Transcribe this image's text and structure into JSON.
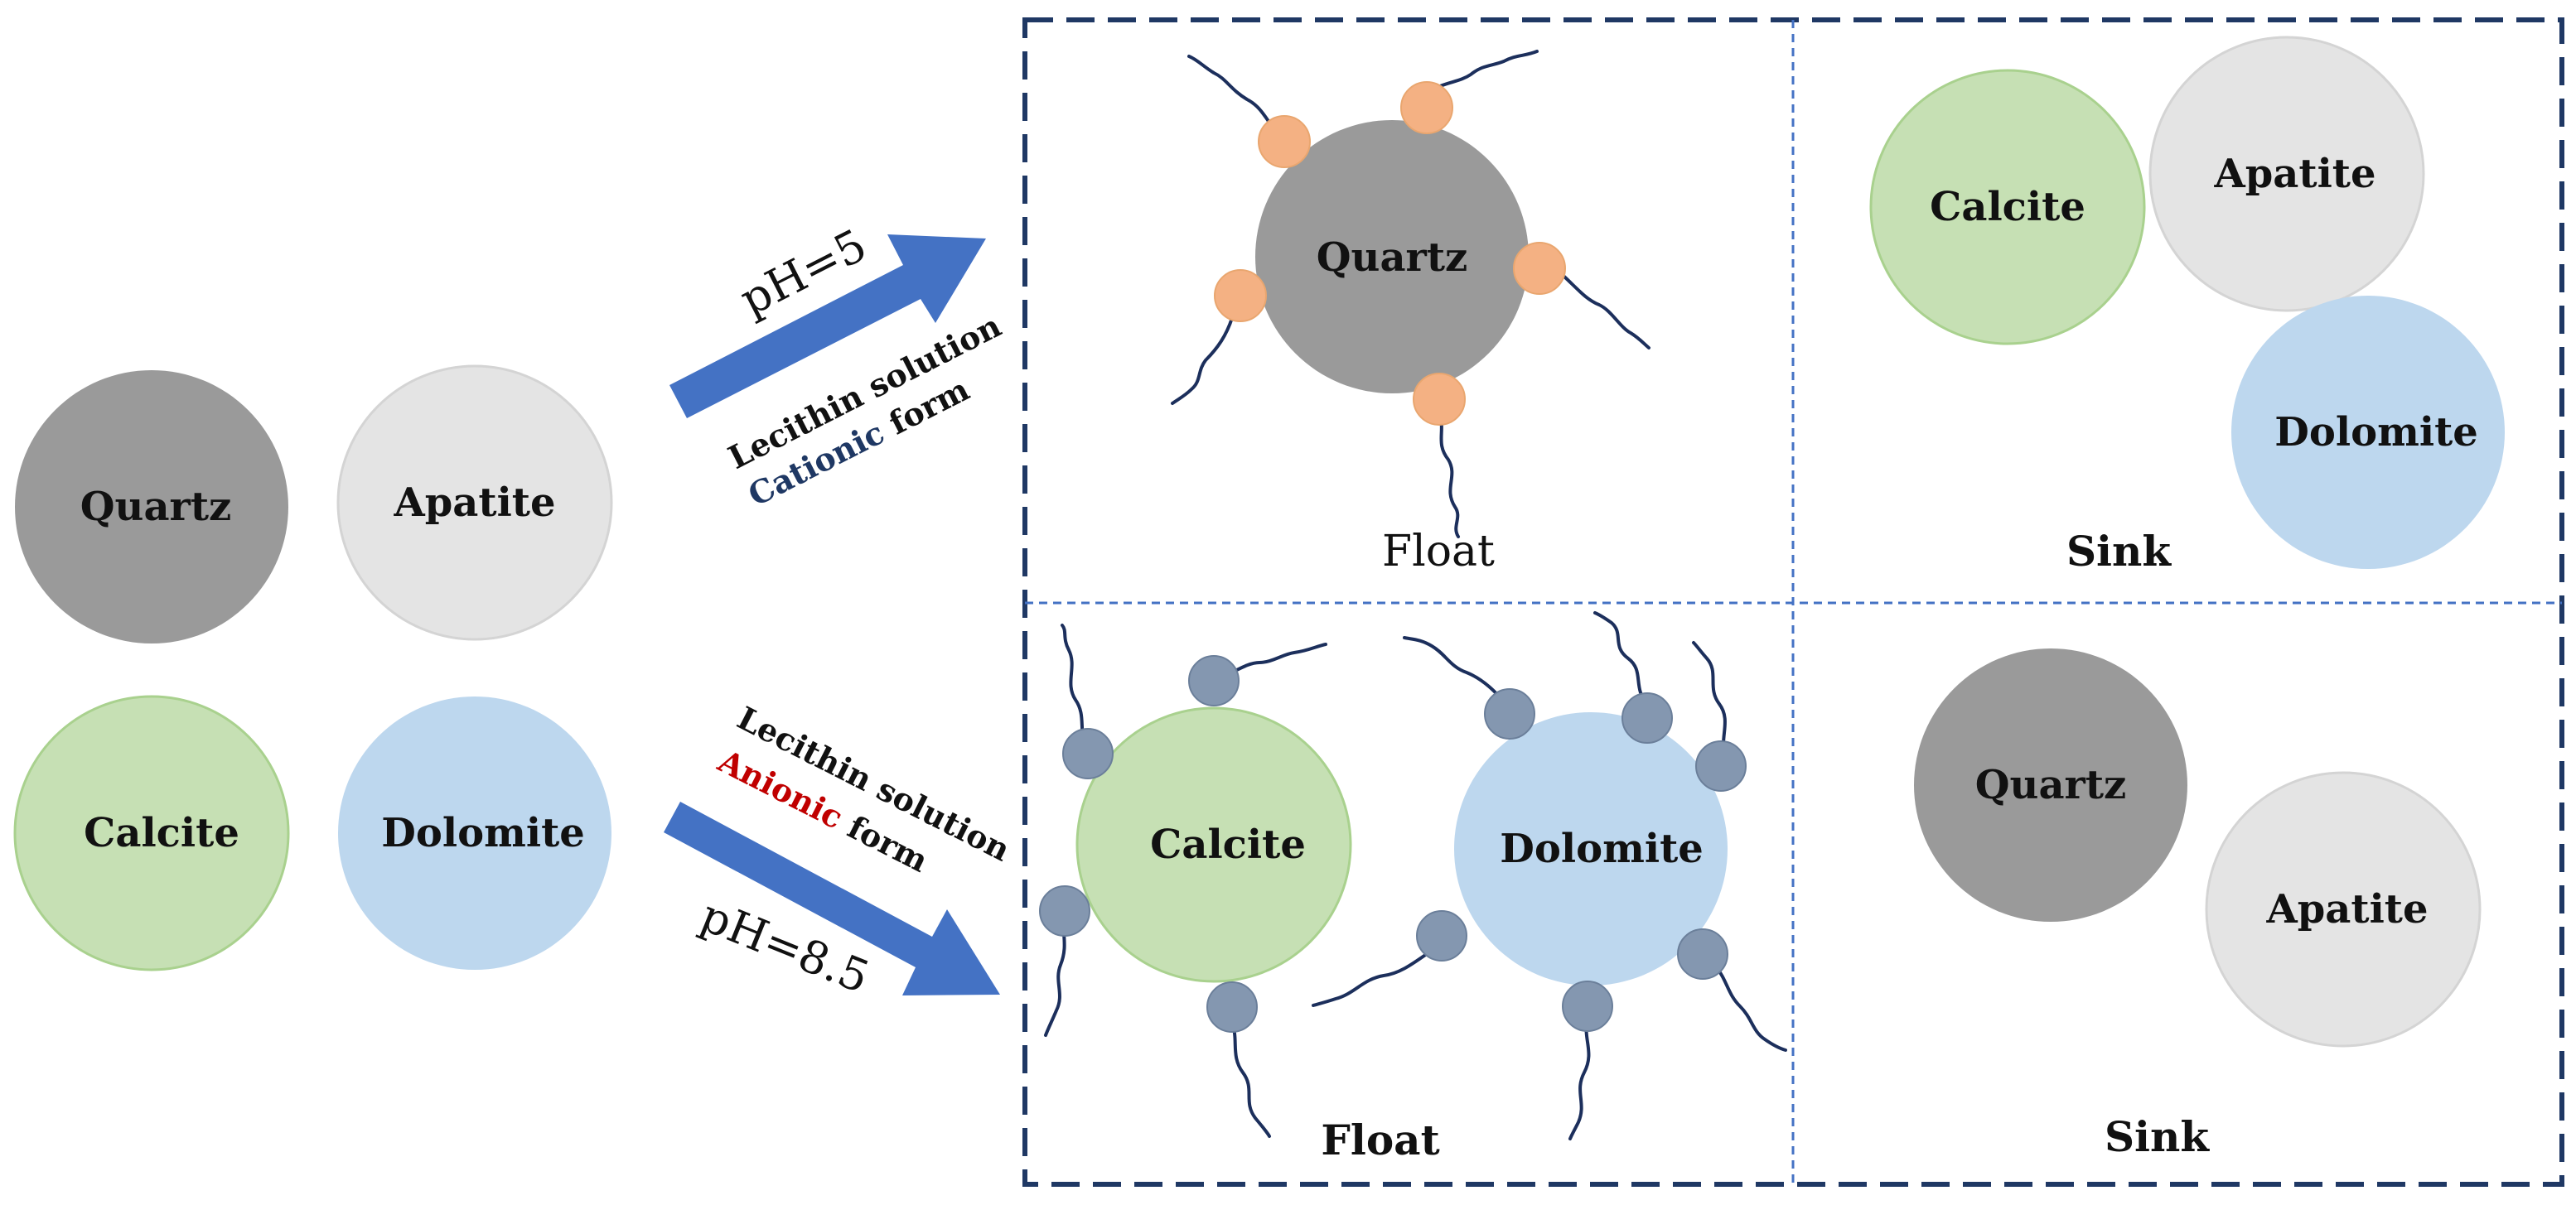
{
  "colors": {
    "quartz": "#9a9a9a",
    "apatite": "#e4e4e4",
    "calcite": "#c6e0b4",
    "calcite_border": "#a9d18e",
    "dolomite": "#bdd7ee",
    "arrow": "#4472c4",
    "frame": "#1f3864",
    "cation_head": "#f4b183",
    "anion_head": "#8497b0",
    "cationic_word": "#1f3864",
    "anionic_word": "#c00000"
  },
  "minerals": {
    "quartz": "Quartz",
    "apatite": "Apatite",
    "calcite": "Calcite",
    "dolomite": "Dolomite"
  },
  "top_arrow": {
    "ph": "pH=5",
    "line1": "Lecithin solution",
    "form_word": "Cationic",
    "form_suffix": " form"
  },
  "bottom_arrow": {
    "ph": "pH=8.5",
    "line1": "Lecithin solution",
    "form_word": "Anionic",
    "form_suffix": " form"
  },
  "panels": {
    "top_float": "Float",
    "top_sink": "Sink",
    "bottom_float": "Float",
    "bottom_sink": "Sink"
  }
}
